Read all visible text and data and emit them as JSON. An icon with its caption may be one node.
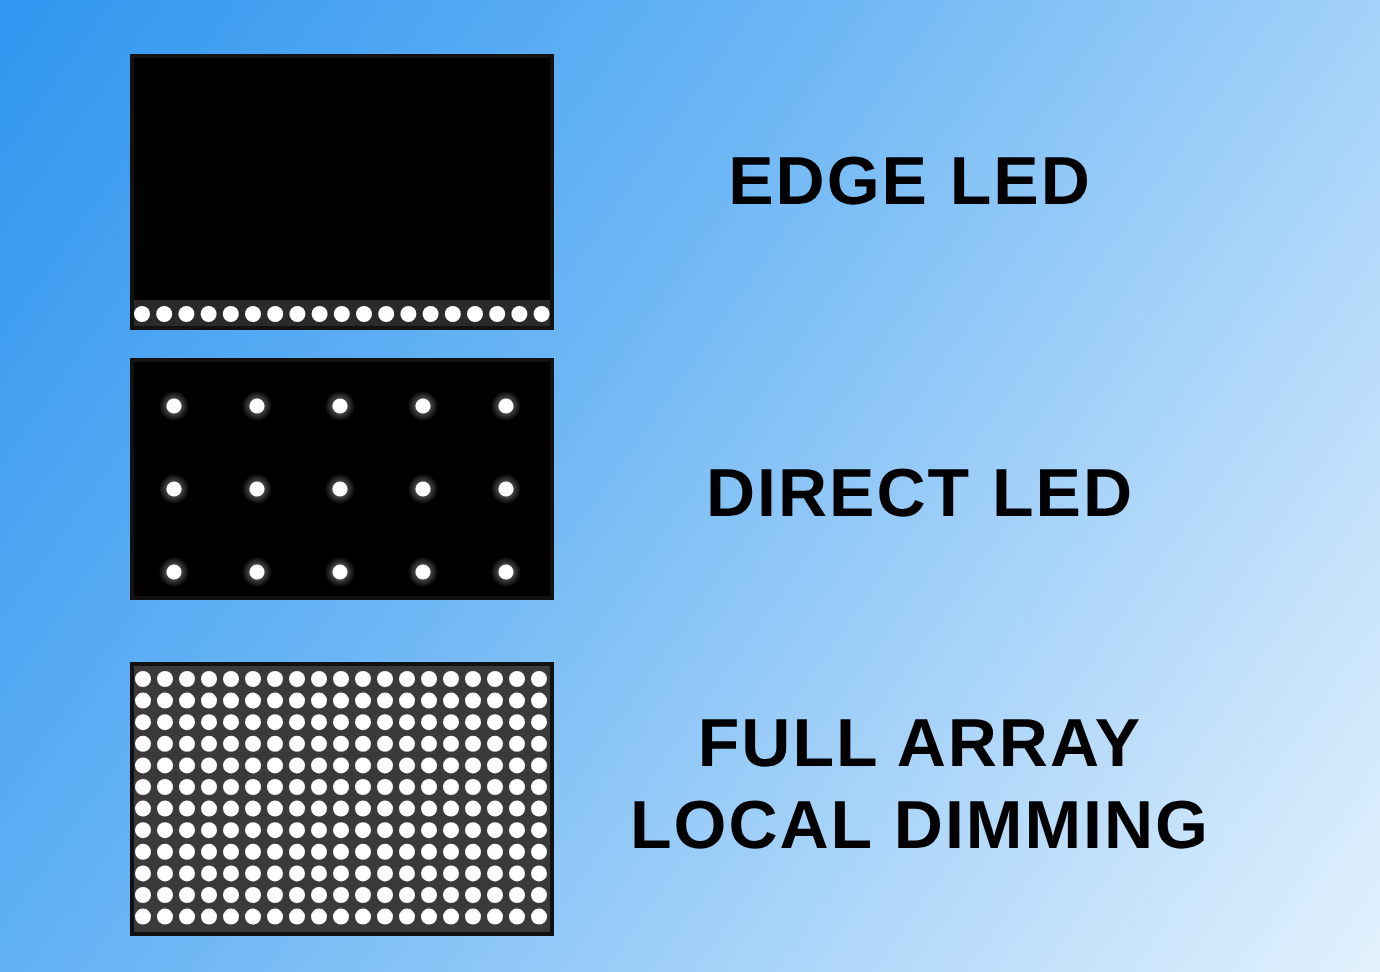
{
  "diagram": {
    "labels": [
      "EDGE LED",
      "DIRECT LED",
      "FULL ARRAY LOCAL DIMMING"
    ]
  }
}
